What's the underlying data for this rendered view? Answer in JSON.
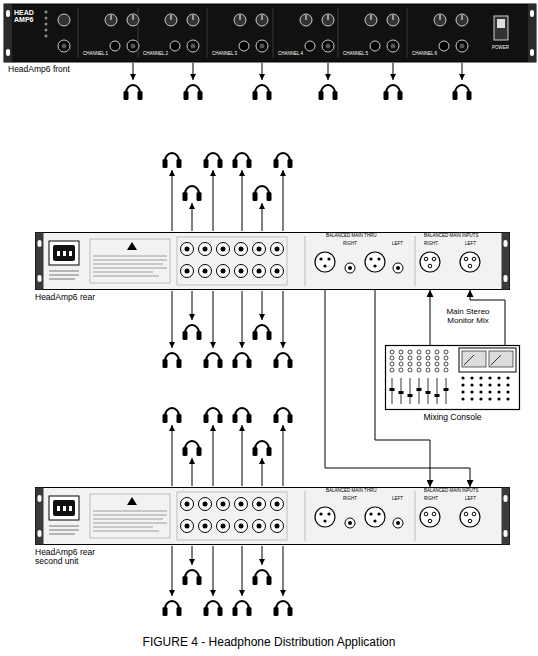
{
  "diagram": {
    "caption": "FIGURE 4 - Headphone Distribution Application",
    "nodes": [
      {
        "text": [
          "HeadAmp6 front"
        ]
      },
      {
        "text": [
          "HeadAmp6 rear"
        ]
      },
      {
        "text": [
          "Mixing Console"
        ]
      },
      {
        "text": [
          "HeadAmp6 rear second unit"
        ]
      }
    ],
    "edges": [
      {
        "from": 2,
        "to": 1,
        "arrow": "to",
        "label": "Main Stereo Monitor Mix"
      },
      {
        "from": 2,
        "to": 1,
        "arrow": "to"
      },
      {
        "from": 1,
        "to": 3,
        "arrow": "to"
      },
      {
        "from": 1,
        "to": 3,
        "arrow": "to"
      }
    ],
    "labels": [
      "HEAD AMP6",
      "CHANNEL 1",
      "CHANNEL 2",
      "CHANNEL 3",
      "CHANNEL 4",
      "CHANNEL 5",
      "CHANNEL 6",
      "POWER",
      "BALANCED MAIN THRU",
      "RIGHT",
      "LEFT",
      "BALANCED MAIN INPUTS",
      "RIGHT",
      "LEFT",
      "BALANCED MAIN THRU",
      "RIGHT",
      "LEFT",
      "BALANCED MAIN INPUTS",
      "RIGHT",
      "LEFT"
    ]
  }
}
